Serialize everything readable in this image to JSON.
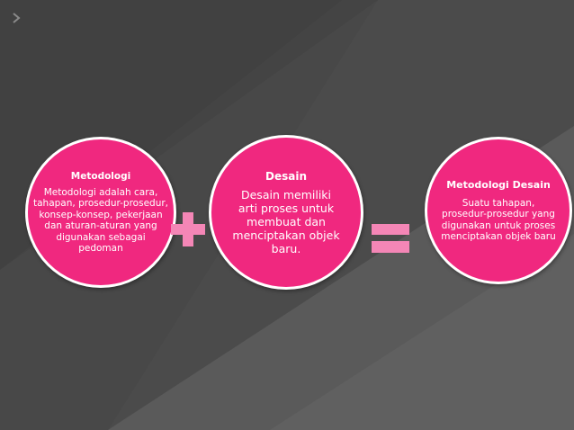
{
  "slide": {
    "circles": [
      {
        "title": "Metodologi",
        "body": "Metodologi adalah cara, tahapan, prosedur-prosedur, konsep-konsep, pekerjaan dan aturan-aturan yang digunakan sebagai pedoman"
      },
      {
        "title": "Desain",
        "body": "Desain memiliki arti proses untuk membuat dan menciptakan objek baru."
      },
      {
        "title": "Metodologi Desain",
        "body": "Suatu tahapan, prosedur-prosedur yang digunakan untuk proses menciptakan objek baru"
      }
    ],
    "colors": {
      "circle_fill": "#f0287f",
      "operator": "#f486b6",
      "background": "#4a4a4a"
    },
    "icons": {
      "bullet": "chevron-right-icon",
      "plus": "plus-icon",
      "equals": "equals-icon"
    }
  }
}
